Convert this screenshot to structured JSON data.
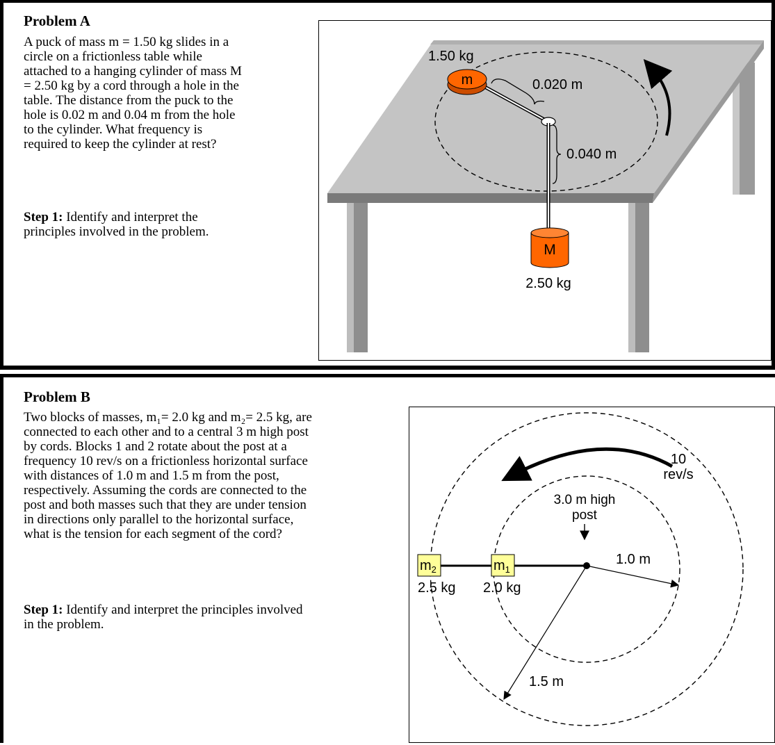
{
  "problem_a": {
    "title": "Problem A",
    "text_lines": [
      "A puck of mass m = 1.50 kg slides in a",
      "circle on a frictionless table while",
      "attached to a hanging cylinder of mass M",
      "= 2.50 kg by a cord through a hole in the",
      "table.  The distance from the puck to the",
      "hole is 0.02 m and 0.04 m from the hole",
      "to the cylinder.  What frequency is",
      "required to keep the cylinder at rest?"
    ],
    "step_label": "Step 1:",
    "step_lines": [
      " Identify and interpret the",
      "principles involved in the problem."
    ],
    "figure": {
      "puck_mass_label": "1.50 kg",
      "puck_symbol": "m",
      "puck_to_hole": "0.020 m",
      "hole_to_cylinder": "0.040 m",
      "cylinder_symbol": "M",
      "cylinder_mass_label": "2.50 kg"
    }
  },
  "problem_b": {
    "title": "Problem B",
    "text_lines": [
      "Two blocks of masses, m₁= 2.0 kg and m₂= 2.5 kg, are",
      "connected to each other and to a central 3 m high post",
      "by cords.  Blocks 1 and 2 rotate about the post at a",
      "frequency 10 rev/s on a frictionless horizontal surface",
      "with distances of 1.0 m and 1.5 m from the post,",
      "respectively.  Assuming the cords are connected to the",
      "post and both masses such that they are under tension",
      "in directions only parallel to the horizontal surface,",
      "what is the tension for each segment of the cord?"
    ],
    "step_label": "Step 1:",
    "step_lines": [
      " Identify and interpret the principles involved",
      "in the problem."
    ],
    "figure": {
      "freq_value": "10",
      "freq_unit": "rev/s",
      "post_line1": "3.0 m high",
      "post_line2": "post",
      "inner_radius": "1.0 m",
      "outer_radius": "1.5 m",
      "block2_symbol": "m",
      "block2_sub": "2",
      "block2_mass": "2.5 kg",
      "block1_symbol": "m",
      "block1_sub": "1",
      "block1_mass": "2.0 kg"
    }
  },
  "colors": {
    "puck_orange": "#ff6600",
    "table_top": "#c0c0c0",
    "table_edge": "#7a7a7a",
    "block_yellow": "#ffff99"
  }
}
